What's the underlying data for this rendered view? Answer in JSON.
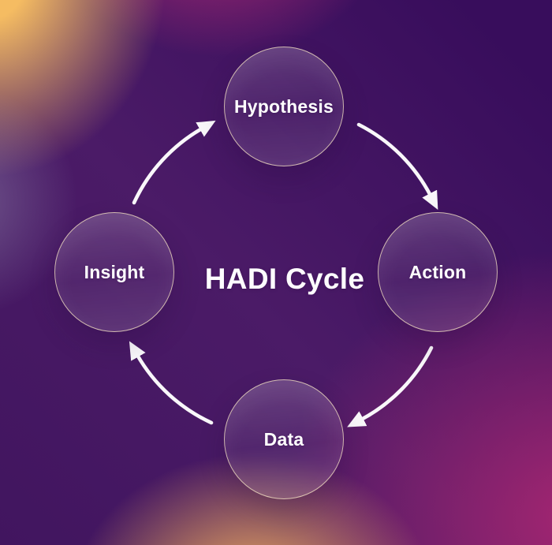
{
  "title": "HADI Cycle",
  "diagram_type": "cycle",
  "nodes": [
    {
      "label": "Hypothesis",
      "position": "top"
    },
    {
      "label": "Action",
      "position": "right"
    },
    {
      "label": "Data",
      "position": "bottom"
    },
    {
      "label": "Insight",
      "position": "left"
    }
  ],
  "arrows": [
    {
      "from": "Hypothesis",
      "to": "Action"
    },
    {
      "from": "Action",
      "to": "Data"
    },
    {
      "from": "Data",
      "to": "Insight"
    },
    {
      "from": "Insight",
      "to": "Hypothesis"
    }
  ],
  "colors": {
    "background_top_left_orange": "#f5bc62",
    "background_top_magenta": "#b72c76",
    "background_deep_purple": "#380d5c",
    "background_mid_purple": "#4b1b67",
    "background_bottom_right_magenta": "#9c2270",
    "background_bottom_orange": "#eaa75e",
    "circle_border": "#f7e5c4",
    "circle_fill_overlay": "rgba(255,255,255,0.12)",
    "title_text": "#fdfcfe",
    "node_text": "#ffffff",
    "arrow": "#ffffff"
  }
}
